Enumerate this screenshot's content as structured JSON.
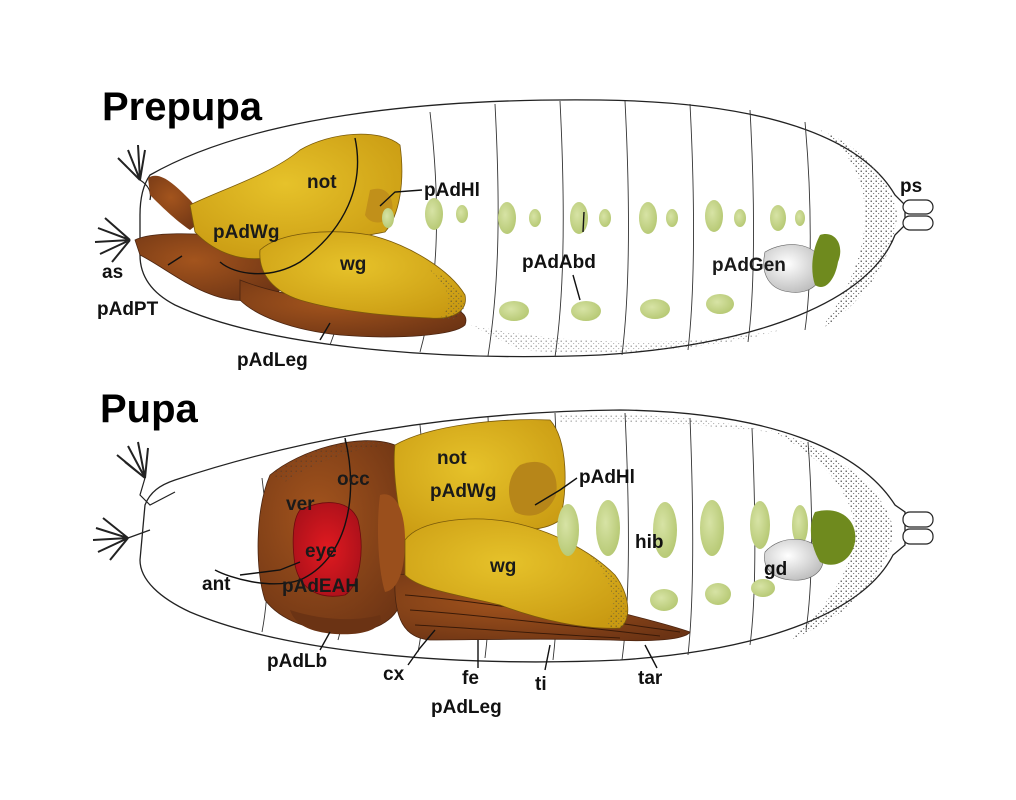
{
  "panels": {
    "prepupa": {
      "title": "Prepupa",
      "labels": {
        "not": "not",
        "pAdWg": "pAdWg",
        "pAdHl": "pAdHl",
        "wg": "wg",
        "pAdAbd": "pAdAbd",
        "pAdGen": "pAdGen",
        "ps": "ps",
        "as": "as",
        "pAdPT": "pAdPT",
        "pAdLeg": "pAdLeg"
      }
    },
    "pupa": {
      "title": "Pupa",
      "labels": {
        "occ": "occ",
        "not": "not",
        "pAdWg": "pAdWg",
        "pAdHl": "pAdHl",
        "ver": "ver",
        "eye": "eye",
        "hib": "hib",
        "wg": "wg",
        "gd": "gd",
        "ant": "ant",
        "pAdEAH": "pAdEAH",
        "pAdLb": "pAdLb",
        "cx": "cx",
        "fe": "fe",
        "ti": "ti",
        "tar": "tar",
        "pAdLeg": "pAdLeg"
      }
    }
  },
  "colors": {
    "yellow": "#d8b21e",
    "brown": "#8a4418",
    "dark_brown": "#6b3314",
    "red": "#c4141b",
    "green": "#c3d48a",
    "olive": "#6f8a1e"
  }
}
